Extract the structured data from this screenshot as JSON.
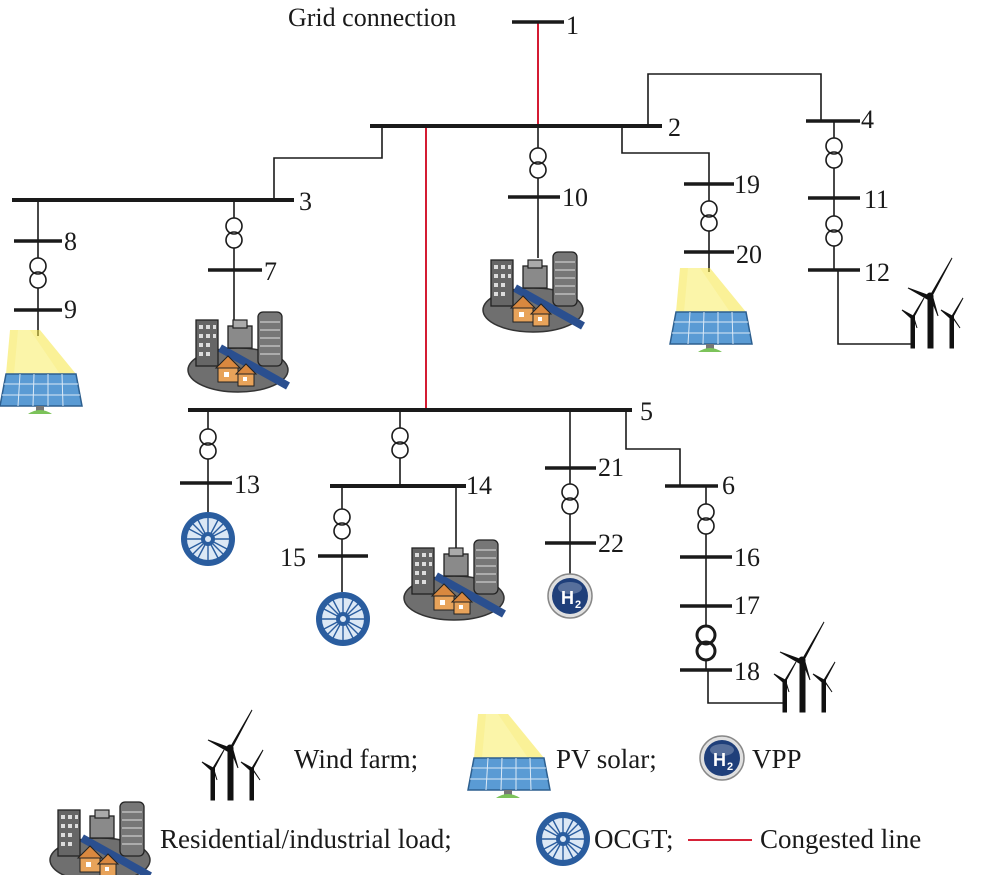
{
  "title": "Grid connection",
  "buses": {
    "b1": "1",
    "b2": "2",
    "b3": "3",
    "b4": "4",
    "b5": "5",
    "b6": "6",
    "b7": "7",
    "b8": "8",
    "b9": "9",
    "b10": "10",
    "b11": "11",
    "b12": "12",
    "b13": "13",
    "b14": "14",
    "b15": "15",
    "b16": "16",
    "b17": "17",
    "b18": "18",
    "b19": "19",
    "b20": "20",
    "b21": "21",
    "b22": "22"
  },
  "legend": {
    "wind_farm": "Wind farm;",
    "pv_solar": "PV solar;",
    "vpp": "VPP",
    "load": "Residential/industrial load;",
    "ocgt": "OCGT;",
    "congested_line": "Congested line"
  },
  "vpp_badge": "H",
  "vpp_badge_sub": "2",
  "colors": {
    "congested": "#d0021b",
    "ocgt_blue": "#2a5d9f",
    "vpp_blue": "#1f3f7a",
    "pv_panel": "#5a9bd4",
    "sun_glow": "#f5e642",
    "building_dark": "#555555",
    "house_orange": "#e8a35a",
    "road_blue": "#2a4f8f"
  }
}
